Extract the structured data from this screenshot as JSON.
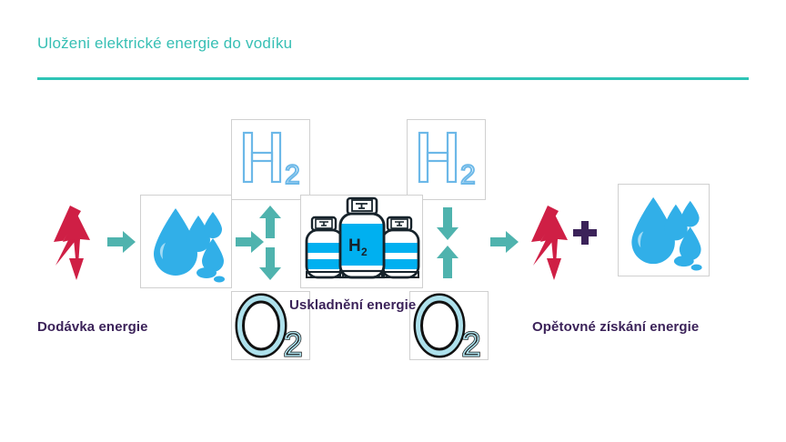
{
  "header": {
    "title": "Uloženi elektrické energie do vodíku",
    "rule_color": "#2ec4b6",
    "title_color": "#36bfb4"
  },
  "theme": {
    "teal": "#3fb8b0",
    "arrow_teal": "#4fb3ae",
    "bolt_red": "#cf1f45",
    "purple": "#3b2259",
    "water_blue": "#31afe8",
    "h2_outline": "#6cb8e8",
    "o2_fill": "#aee1ec",
    "o2_outline": "#111111",
    "frame_border": "#d0d0d0"
  },
  "captions": [
    {
      "id": "supply",
      "label": "Dodávka energie"
    },
    {
      "id": "store",
      "label": "Uskladnění energie"
    },
    {
      "id": "recover",
      "label": "Opětovné získání energie"
    }
  ],
  "figures": [
    {
      "id": "h2-left",
      "icon": "h2-molecule-icon",
      "text": "H",
      "sub": "2"
    },
    {
      "id": "h2-right",
      "icon": "h2-molecule-icon",
      "text": "H",
      "sub": "2"
    },
    {
      "id": "o2-left",
      "icon": "o2-molecule-icon",
      "text": "O",
      "sub": "2"
    },
    {
      "id": "o2-right",
      "icon": "o2-molecule-icon",
      "text": "O",
      "sub": "2"
    },
    {
      "id": "water-left",
      "icon": "water-droplets-icon"
    },
    {
      "id": "water-right",
      "icon": "water-droplets-icon"
    },
    {
      "id": "cylinders",
      "icon": "hydrogen-cylinders-icon",
      "text": "H",
      "sub": "2"
    }
  ],
  "connectors": [
    {
      "id": "bolt-left",
      "icon": "lightning-bolt-icon",
      "direction": "down"
    },
    {
      "id": "arrow-1",
      "icon": "arrow-right-icon",
      "direction": "right"
    },
    {
      "id": "arrow-2",
      "icon": "arrow-right-icon",
      "direction": "right"
    },
    {
      "id": "vert-pair-left",
      "icon": "arrow-up-down-icon",
      "direction": "up-down"
    },
    {
      "id": "vert-pair-right",
      "icon": "arrow-down-up-icon",
      "direction": "down-up"
    },
    {
      "id": "arrow-3",
      "icon": "arrow-right-icon",
      "direction": "right"
    },
    {
      "id": "bolt-right",
      "icon": "lightning-bolt-icon",
      "direction": "down"
    },
    {
      "id": "plus-sign",
      "icon": "plus-icon",
      "symbol": "+"
    }
  ],
  "cylinder_label": {
    "text": "H",
    "sub": "2"
  }
}
